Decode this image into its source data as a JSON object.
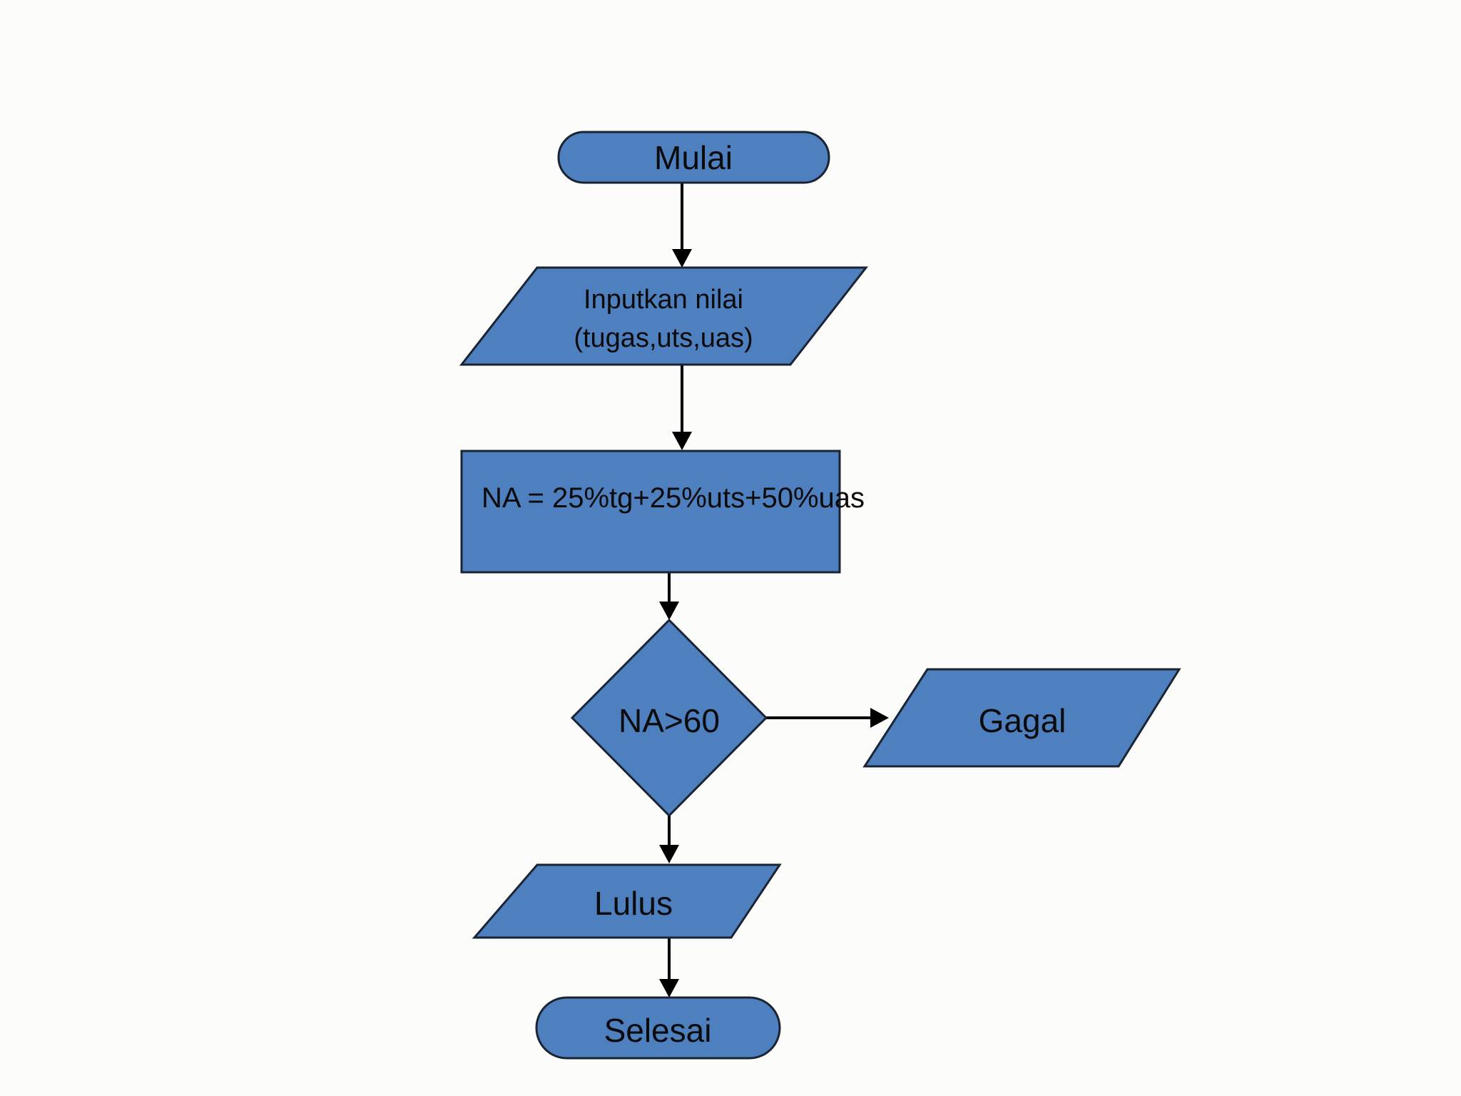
{
  "diagram": {
    "type": "flowchart",
    "language": "Indonesian",
    "title_meaning": "Final grade calculation flow",
    "colors": {
      "background": "#fcfcfb",
      "shape_fill": "#4e7fbe",
      "shape_border": "#1a2433",
      "connector": "#000000",
      "text": "#0b0b0b"
    },
    "nodes": {
      "start": {
        "shape": "terminator",
        "label": "Mulai"
      },
      "input": {
        "shape": "parallelogram",
        "label_line1": "Inputkan nilai",
        "label_line2": "(tugas,uts,uas)"
      },
      "process": {
        "shape": "rectangle",
        "label": "NA = 25%tg+25%uts+50%uas"
      },
      "decision": {
        "shape": "diamond",
        "label": "NA>60"
      },
      "fail": {
        "shape": "parallelogram",
        "label": "Gagal"
      },
      "pass": {
        "shape": "parallelogram",
        "label": "Lulus"
      },
      "end": {
        "shape": "terminator",
        "label": "Selesai"
      }
    },
    "edges": [
      {
        "from": "start",
        "to": "input",
        "label": ""
      },
      {
        "from": "input",
        "to": "process",
        "label": ""
      },
      {
        "from": "process",
        "to": "decision",
        "label": ""
      },
      {
        "from": "decision",
        "to": "fail",
        "label": "",
        "direction": "right"
      },
      {
        "from": "decision",
        "to": "pass",
        "label": "",
        "direction": "down"
      },
      {
        "from": "pass",
        "to": "end",
        "label": ""
      }
    ]
  }
}
